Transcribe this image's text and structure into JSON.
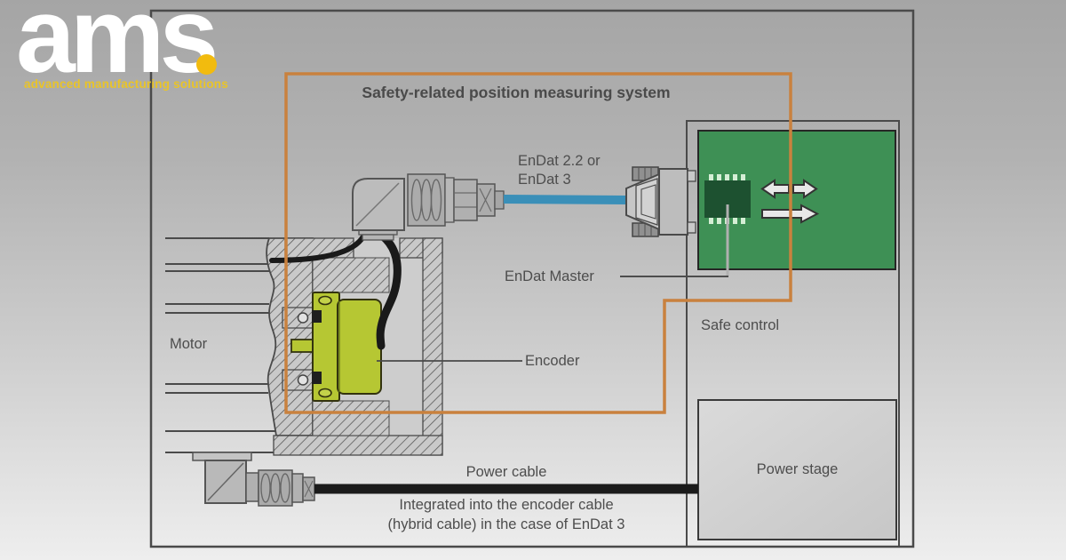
{
  "logo": {
    "brand": "ams",
    "subtitle": "advanced manufacturing solutions",
    "dot_color": "#f2bb0e",
    "subtitle_color": "#e9c428"
  },
  "diagram": {
    "title": "Safety-related position measuring system",
    "labels": {
      "endat_cable": "EnDat 2.2 or\nEnDat 3",
      "endat_master": "EnDat Master",
      "safe_control": "Safe control",
      "encoder": "Encoder",
      "motor": "Motor",
      "power_stage": "Power stage",
      "power_cable": "Power cable",
      "power_cable_note": "Integrated into the encoder cable\n(hybrid cable) in the case of EnDat 3"
    },
    "colors": {
      "safety_boundary": "#c9813e",
      "endat_cable": "#3a8fb8",
      "pcb": "#3e9055",
      "chip": "#1d5130",
      "encoder_body": "#b6c733",
      "power_cable": "#1b1b1b"
    }
  }
}
